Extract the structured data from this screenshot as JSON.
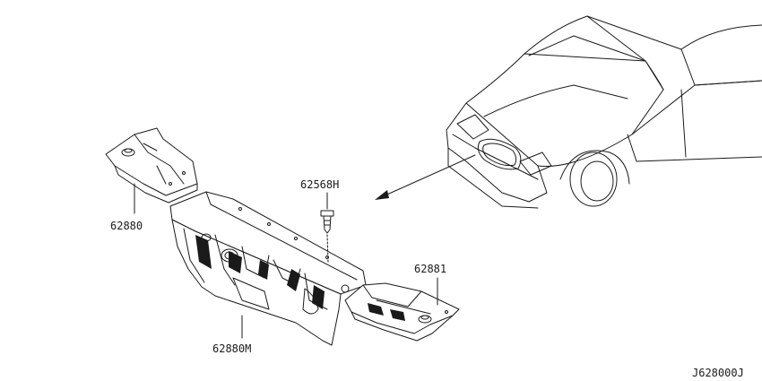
{
  "labels": {
    "left_side_panel": "62880",
    "center_panel": "62880M",
    "clip": "62568H",
    "right_side_panel": "62881",
    "diagram_code": "J628000J"
  }
}
